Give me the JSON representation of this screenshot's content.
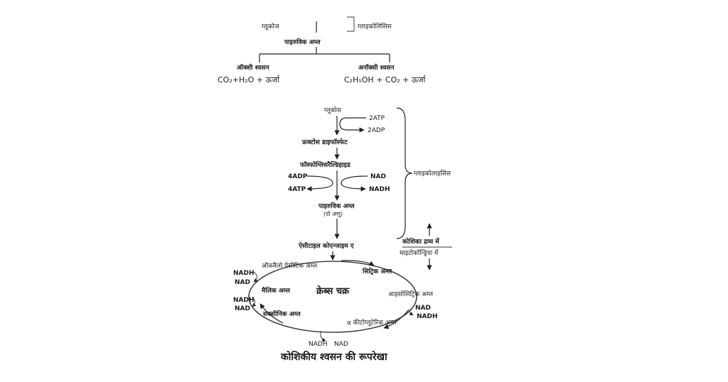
{
  "diagram": {
    "top": {
      "glucose": "ग्लूकोज",
      "glycolysis": "ग्लाइकोलिसिस",
      "pyruvic_acid": "पाइरुविक अम्ल",
      "aerobic": "ऑक्सी श्वसन",
      "aerobic_products": "CO₂+H₂O + ऊर्जा",
      "anaerobic": "अनॉक्सी श्वसन",
      "anaerobic_products": "C₂H₅OH + CO₂ + ऊर्जा"
    },
    "glycolysis": {
      "glucose": "ग्लूकोस",
      "atp_2": "2ATP",
      "adp_2": "2ADP",
      "fructose_bisphosphate": "फ्रक्टोस डाइफॉस्फेट",
      "pgal": "फॉस्फोग्लिसरैल्डिहाइड",
      "adp_4": "4ADP",
      "atp_4": "4ATP",
      "nad": "NAD",
      "nadh": "NADH",
      "pyruvic_acid": "पाइरुविक अम्ल",
      "two_molecules": "(दो अणु)",
      "brace_label": "ग्लाइकोलाइसिस",
      "cytoplasm": "कोशिका द्रव्य में",
      "mitochondria": "माइटोकॉन्ड्रिया में"
    },
    "krebs": {
      "acetyl_coa": "ऐसीटाइल कोएन्जाइम ए",
      "center": "क्रेब्स चक्र",
      "citric_acid": "सिट्रिक अम्ल",
      "isocitric_acid": "आइसोसिट्रिक अम्ल",
      "alpha_ketoglutaric": "α कीटोग्लूटेरिक अम्ल",
      "succinic_acid": "सक्सीनिक अम्ल",
      "malic_acid": "मैलिक अम्ल",
      "oxaloacetic_acid": "ऑक्जैलो ऐसीटिक अम्ल",
      "nadh": "NADH",
      "nad": "NAD"
    },
    "caption": "कोशिकीय श्वसन की रूपरेखा"
  }
}
